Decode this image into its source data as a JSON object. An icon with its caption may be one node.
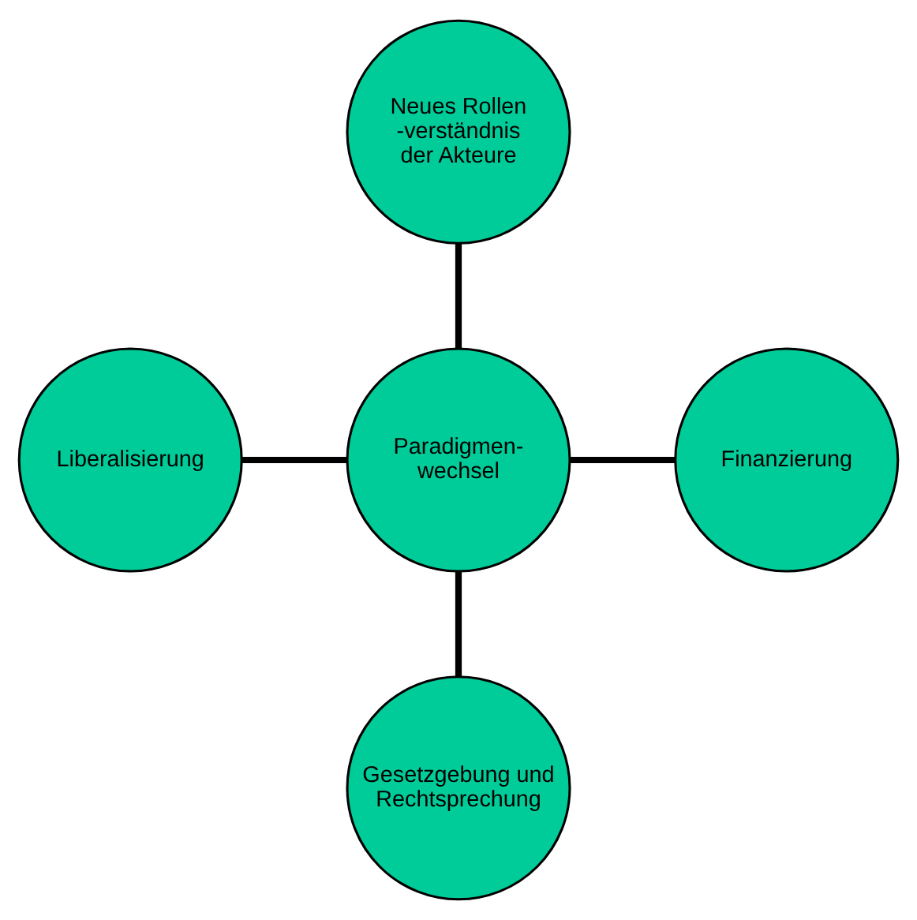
{
  "diagram": {
    "nodes": [
      {
        "text": [
          "Neues Rollen -verständnis der Akteure"
        ]
      },
      {
        "text": [
          "Liberalisierung"
        ]
      },
      {
        "text": [
          "Paradigmen- wechsel"
        ]
      },
      {
        "text": [
          "Finanzierung"
        ]
      },
      {
        "text": [
          "Gesetzgebung und Rechtsprechung"
        ]
      }
    ],
    "edges": [
      {
        "from": 0,
        "to": 2,
        "arrow": "none"
      },
      {
        "from": 1,
        "to": 2,
        "arrow": "none"
      },
      {
        "from": 2,
        "to": 3,
        "arrow": "none"
      },
      {
        "from": 2,
        "to": 4,
        "arrow": "none"
      }
    ]
  }
}
